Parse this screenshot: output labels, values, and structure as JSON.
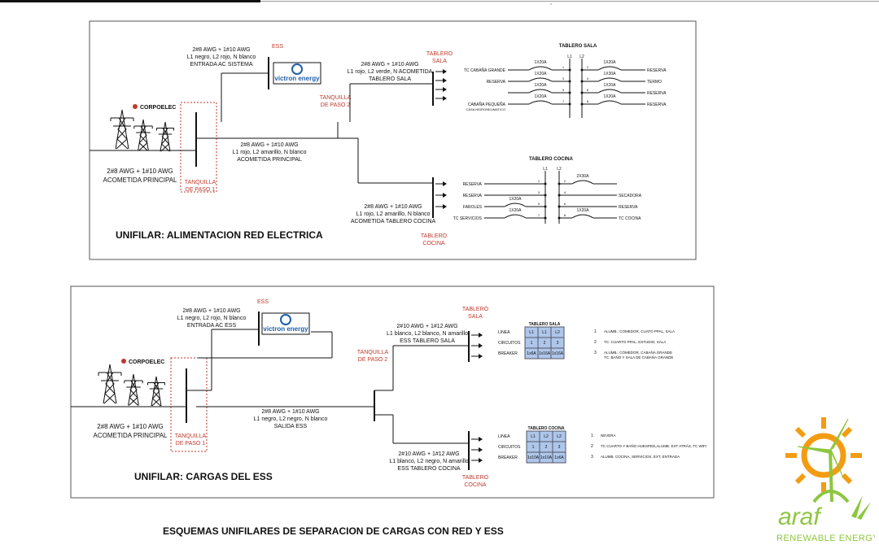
{
  "caption": "ESQUEMAS UNIFILARES DE SEPARACION DE CARGAS CON RED Y ESS",
  "top_tick": ",",
  "colors": {
    "red_label": "#c0392b",
    "line": "#111111",
    "box_fill": "#aec6ea",
    "victron_blue": "#1f5fa8",
    "logo_orange": "#f39c12",
    "logo_green": "#8dc63f"
  },
  "d1": {
    "title": "UNIFILAR: ALIMENTACION RED ELECTRICA",
    "corpoelec": "CORPOELEC",
    "acometida": [
      "2#8 AWG + 1#10 AWG",
      "ACOMETIDA PRINCIPAL"
    ],
    "tanquilla1": [
      "TANQUILLA",
      "DE PASO 1"
    ],
    "ess": "ESS",
    "entrada": [
      "2#8 AWG + 1#10 AWG",
      "L1 negro, L2 rojo, N blanco",
      "ENTRADA AC SISTEMA"
    ],
    "victron": "victron energy",
    "principal": [
      "2#8 AWG + 1#10 AWG",
      "L1 rojo, L2 amarillo, N blanco",
      "ACOMETIDA PRINCIPAL"
    ],
    "tanquilla2": [
      "TANQUILLA",
      "DE PASO 2"
    ],
    "sala_feed": [
      "2#8 AWG + 1#10 AWG",
      "L1 rojo, L2 verde, N ACOMETIDA",
      "TABLERO SALA"
    ],
    "tablero_sala": [
      "TABLERO",
      "SALA"
    ],
    "cocina_feed": [
      "2#8 AWG + 1#10 AWG",
      "L1 rojo, L2 amarillo, N blanco",
      "ACOMETIDA TABLERO COCINA"
    ],
    "tablero_cocina": [
      "TABLERO",
      "COCINA"
    ],
    "sala_panel": {
      "title": "TABLERO SALA",
      "phases": [
        "L1",
        "L2"
      ],
      "left": [
        {
          "label": "TC CABAÑA GRANDE",
          "breaker": "1X20A",
          "num": "1"
        },
        {
          "label": "RESERVA",
          "breaker": "1X20A",
          "num": "3"
        },
        {
          "label": "",
          "breaker": "1X20A",
          "num": "5"
        },
        {
          "label": "CABAÑA PEQUEÑA",
          "label2": "CASA HIDRONEUMATICO",
          "breaker": "1X20A",
          "num": "7"
        }
      ],
      "right": [
        {
          "label": "RESERVA",
          "breaker": "1X20A",
          "num": "2"
        },
        {
          "label": "TERMO",
          "breaker": "1X30A",
          "num": "4"
        },
        {
          "label": "RESERVA",
          "breaker": "1X20A",
          "num": "6"
        },
        {
          "label": "RESERVA",
          "breaker": "1X20A",
          "num": "8"
        }
      ]
    },
    "cocina_panel": {
      "title": "TABLERO COCINA",
      "phases": [
        "L1",
        "L2"
      ],
      "left": [
        {
          "label": "RESERVA",
          "breaker": "",
          "num": "1"
        },
        {
          "label": "RESERVA",
          "breaker": "",
          "num": "3"
        },
        {
          "label": "FAROLES",
          "breaker": "1X20A",
          "num": "5"
        },
        {
          "label": "TC SERVICIOS",
          "breaker": "1X20A",
          "num": "7"
        }
      ],
      "right": [
        {
          "label": "",
          "breaker": "2X30A",
          "num": "2"
        },
        {
          "label": "SECADORA",
          "breaker": "",
          "num": "4"
        },
        {
          "label": "RESERVA",
          "breaker": "",
          "num": "6"
        },
        {
          "label": "TC COCINA",
          "breaker": "1X20A",
          "num": "8"
        }
      ]
    }
  },
  "d2": {
    "title": "UNIFILAR: CARGAS DEL ESS",
    "corpoelec": "CORPOELEC",
    "acometida": [
      "2#8 AWG + 1#10 AWG",
      "ACOMETIDA PRINCIPAL"
    ],
    "tanquilla1": [
      "TANQUILLA",
      "DE PASO 1"
    ],
    "ess": "ESS",
    "entrada": [
      "2#8 AWG + 1#10 AWG",
      "L1 negro, L2 rojo, N blanco",
      "ENTRADA AC ESS"
    ],
    "victron": "victron energy",
    "salida": [
      "2#8 AWG + 1#10 AWG",
      "L1 negro, L2 negro, N blanco",
      "SALIDA ESS"
    ],
    "tanquilla2": [
      "TANQUILLA",
      "DE PASO 2"
    ],
    "sala_feed": [
      "2#10 AWG + 1#12 AWG",
      "L1 blanco, L2 blanco, N amarillo",
      "ESS TABLERO SALA"
    ],
    "tablero_sala": [
      "TABLERO",
      "SALA"
    ],
    "cocina_feed": [
      "2#10 AWG + 1#12 AWG",
      "L1 blanco, L2 negro, N amarillo",
      "ESS TABLERO COCINA"
    ],
    "tablero_cocina": [
      "TABLERO",
      "COCINA"
    ],
    "sala_table": {
      "title": "TABLERO SALA",
      "row_labels": [
        "LINEA",
        "CIRCUITOS",
        "BREAKER"
      ],
      "rows": [
        [
          "L1",
          "L1",
          "L2"
        ],
        [
          "1",
          "2",
          "3"
        ],
        [
          "1x6A",
          "1x16A",
          "1x16A"
        ]
      ],
      "notes": [
        {
          "num": "1",
          "lines": [
            "ALUMB.: COMEDOR, CUATO PPAL, SALA"
          ]
        },
        {
          "num": "2",
          "lines": [
            "TC: CUARTO PPAL, ESTUDIO, SALA"
          ]
        },
        {
          "num": "3",
          "lines": [
            "ALUMB.: COMEDOR, CABAÑA GRANDE",
            "TC: BAÑO Y SALA DE CABAÑA GRANDE"
          ]
        }
      ]
    },
    "cocina_table": {
      "title": "TABLERO COCINA",
      "row_labels": [
        "LINEA",
        "CIRCUITOS",
        "BREAKER"
      ],
      "rows": [
        [
          "L1",
          "L2",
          "L2"
        ],
        [
          "1",
          "2",
          "3"
        ],
        [
          "1x10A",
          "1x10A",
          "1x6A"
        ]
      ],
      "notes": [
        {
          "num": "1",
          "lines": [
            "NEVERA"
          ]
        },
        {
          "num": "2",
          "lines": [
            "TC CUARTO Y BAÑO HUESPED,ALUMB. EXT ATRÁS, TC WIFI"
          ]
        },
        {
          "num": "3",
          "lines": [
            "ALUMB. COCINA, SERVICIOS, EXT, ENTRADA"
          ]
        }
      ]
    }
  },
  "logo": {
    "brand": "araf",
    "tagline": "RENEWABLE ENERGY"
  }
}
